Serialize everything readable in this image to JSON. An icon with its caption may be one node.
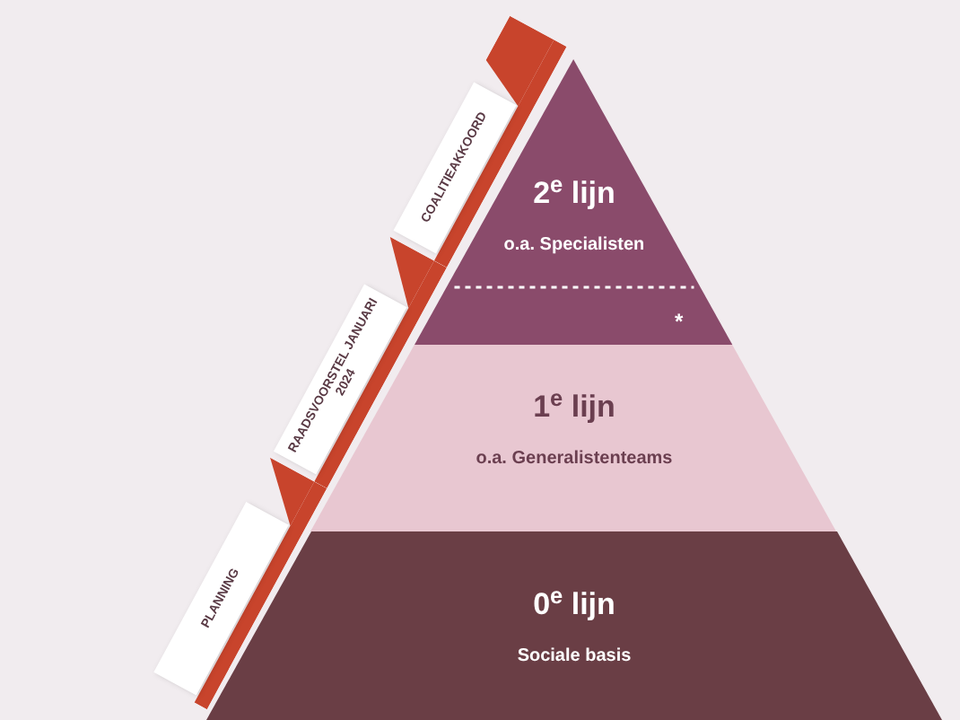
{
  "diagram": {
    "nodes": [
      {
        "text": [
          "2$^{e}$ lijn",
          "o.a. Specialisten"
        ]
      },
      {
        "text": [
          "1$^{e}$ lijn",
          "o.a. Generalistenteams"
        ]
      },
      {
        "text": [
          "0$^{e}$ lijn",
          "Sociale basis"
        ]
      },
      {
        "text": [
          "PLANNING"
        ]
      },
      {
        "text": [
          "RAADSVOORSTEL JANUARI 2024"
        ]
      },
      {
        "text": [
          "COALITIEAKKOORD"
        ]
      }
    ],
    "labels": [
      "*"
    ]
  }
}
